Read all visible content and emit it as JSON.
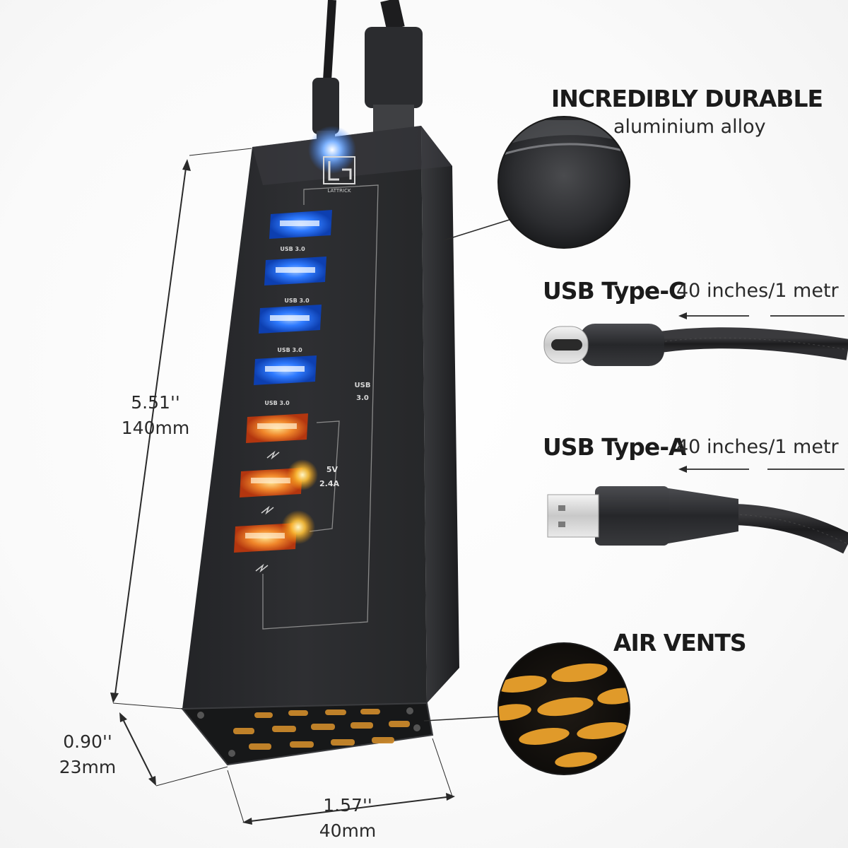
{
  "features": {
    "durable_title": "INCREDIBLY DURABLE",
    "durable_sub": "aluminium alloy",
    "usb_c_title": "USB Type-C",
    "usb_c_length": "40 inches/1 metr",
    "usb_a_title": "USB Type-A",
    "usb_a_length": "40 inches/1 metr",
    "vents_title": "AIR VENTS"
  },
  "dimensions": {
    "height_in": "5.51''",
    "height_mm": "140mm",
    "depth_in": "0.90''",
    "depth_mm": "23mm",
    "width_in": "1.57''",
    "width_mm": "40mm"
  },
  "hub": {
    "brand": "LATTRICK",
    "data_port_labels": [
      "USB 3.0",
      "USB 3.0",
      "USB 3.0",
      "USB 3.0"
    ],
    "group_usb_label": "USB",
    "group_usb_version": "3.0",
    "charge_voltage": "5V",
    "charge_current": "2.4A"
  },
  "colors": {
    "hub_body": "#2b2c2e",
    "data_port_glow": "#2f7bff",
    "charge_port_glow": "#ffb020",
    "vent_glow": "#e09a2a"
  }
}
